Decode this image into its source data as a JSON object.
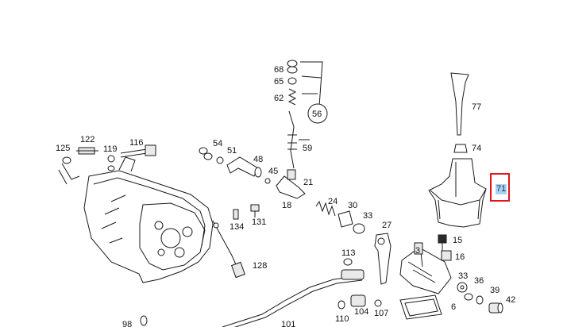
{
  "colors": {
    "highlight_border": "#e1141b",
    "highlight_fill": "#a9d2ee"
  },
  "highlighted_callout": "71",
  "callouts": [
    "68",
    "65",
    "62",
    "56",
    "59",
    "54",
    "51",
    "48",
    "45",
    "21",
    "18",
    "24",
    "30",
    "33",
    "27",
    "122",
    "125",
    "119",
    "116",
    "134",
    "131",
    "128",
    "113",
    "3",
    "15",
    "16",
    "77",
    "74",
    "33",
    "36",
    "39",
    "42",
    "6",
    "110",
    "104",
    "107",
    "101",
    "98"
  ]
}
